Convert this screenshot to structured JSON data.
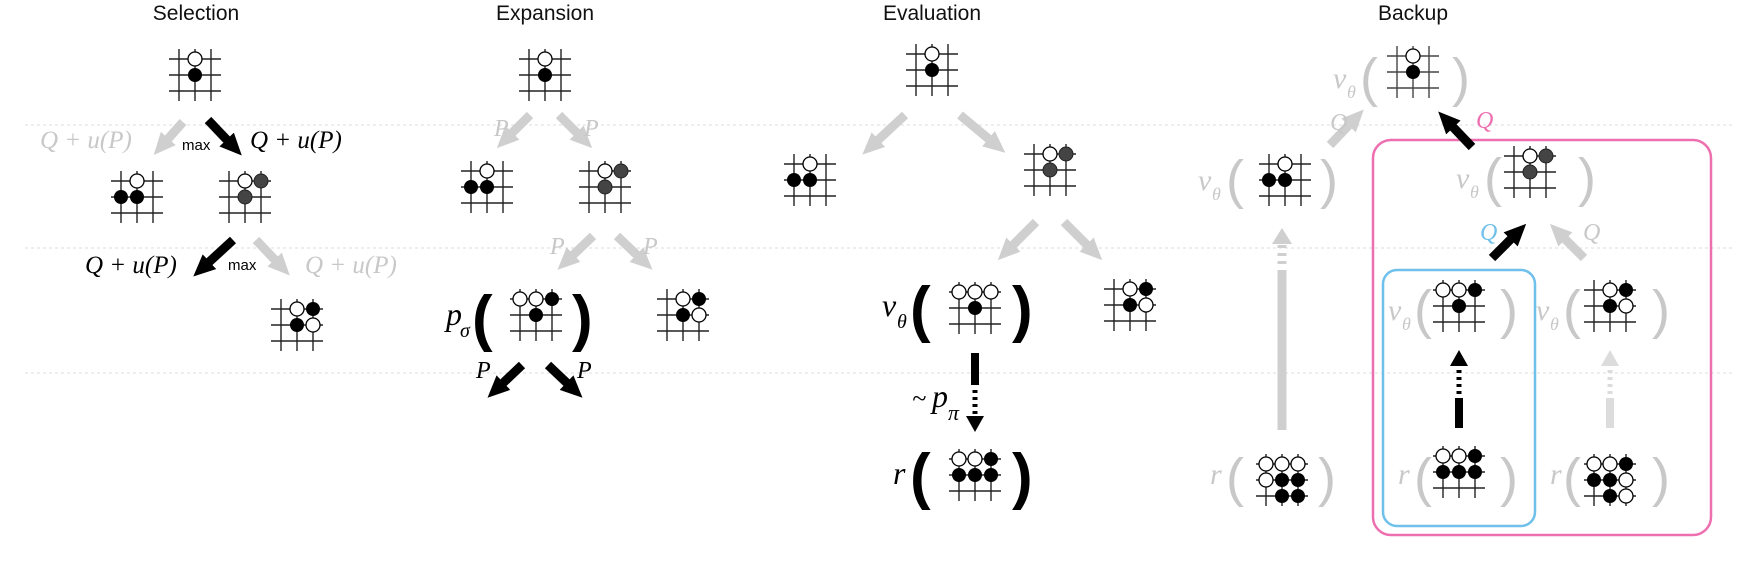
{
  "panels": [
    {
      "id": "selection",
      "title": "Selection"
    },
    {
      "id": "expansion",
      "title": "Expansion"
    },
    {
      "id": "evaluation",
      "title": "Evaluation"
    },
    {
      "id": "backup",
      "title": "Backup"
    }
  ],
  "labels": {
    "q_plus_u": "Q + u(P)",
    "max": "max",
    "prior": "P",
    "q": "Q",
    "v": "v",
    "theta": "θ",
    "p_sigma": "p",
    "sigma": "σ",
    "tilde": "~",
    "p_pi": "p",
    "pi": "π",
    "r": "r",
    "open_paren": "(",
    "close_paren": ")"
  },
  "colors": {
    "ink": "#000000",
    "faded": "#cfcfcf",
    "faded_text": "#c8c8c8",
    "pink": "#ee6fb0",
    "blue": "#6fc0ea",
    "dotted_line": "#dcdcdc"
  }
}
